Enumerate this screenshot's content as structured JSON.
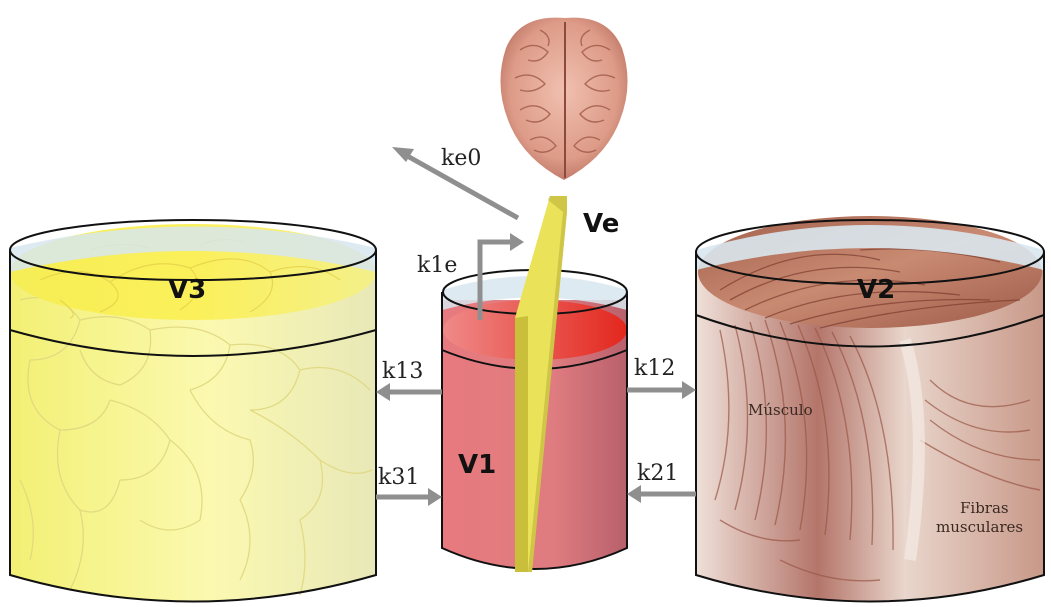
{
  "compartments": {
    "v1": "V1",
    "v2": "V2",
    "v3": "V3",
    "ve": "Ve"
  },
  "rate_constants": {
    "ke0": "ke0",
    "k1e": "k1e",
    "k13": "k13",
    "k31": "k31",
    "k12": "k12",
    "k21": "k21"
  },
  "tissue_labels": {
    "musculo": "Músculo",
    "fibras_line1": "Fibras",
    "fibras_line2": "musculares"
  },
  "colors": {
    "v1_fill": "#e8757a",
    "v1_top": "#e53a2e",
    "v3_fill": "#f2f07a",
    "v2_fill": "#b06a55",
    "ve_fill": "#e8e25a",
    "arrow": "#8f8f8f"
  },
  "icons": [
    "brain-icon"
  ]
}
